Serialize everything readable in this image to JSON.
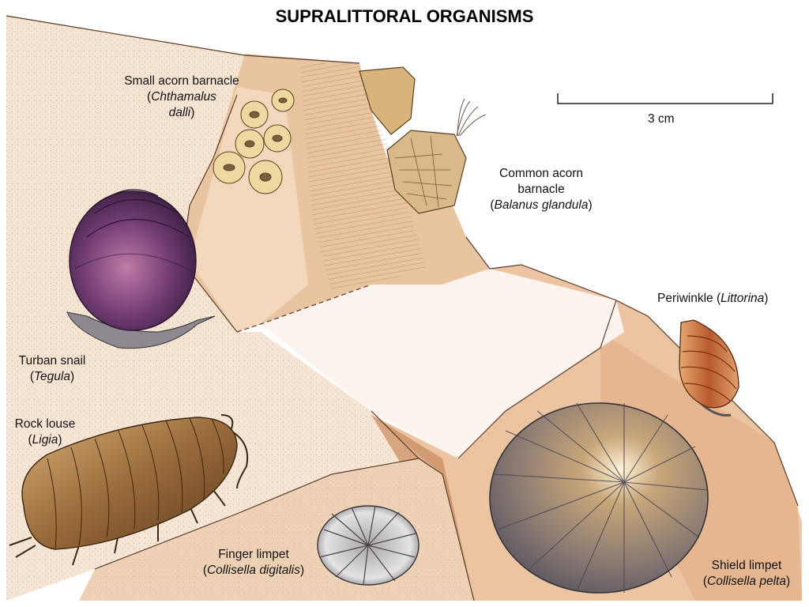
{
  "title": "SUPRALITTORAL ORGANISMS",
  "scale_bar": {
    "label": "3 cm"
  },
  "organisms": {
    "small_acorn_barnacle": {
      "common": "Small acorn barnacle",
      "scientific_1": "Chthamalus",
      "scientific_2": "dalli"
    },
    "common_acorn_barnacle": {
      "common_1": "Common acorn",
      "common_2": "barnacle",
      "scientific": "Balanus glandula"
    },
    "periwinkle": {
      "common": "Periwinkle",
      "scientific": "Littorina"
    },
    "turban_snail": {
      "common": "Turban snail",
      "scientific": "Tegula"
    },
    "rock_louse": {
      "common": "Rock louse",
      "scientific": "Ligia"
    },
    "finger_limpet": {
      "common": "Finger limpet",
      "scientific": "Collisella digitalis"
    },
    "shield_limpet": {
      "common": "Shield limpet",
      "scientific": "Collisella pelta"
    }
  },
  "colors": {
    "rock": "#e8bf9c",
    "rock_shadow": "#c98a5c",
    "turban_shell": "#6b3a6e",
    "louse": "#a07040",
    "periwinkle": "#c4703a",
    "limpet_grey": "#8d8480"
  }
}
